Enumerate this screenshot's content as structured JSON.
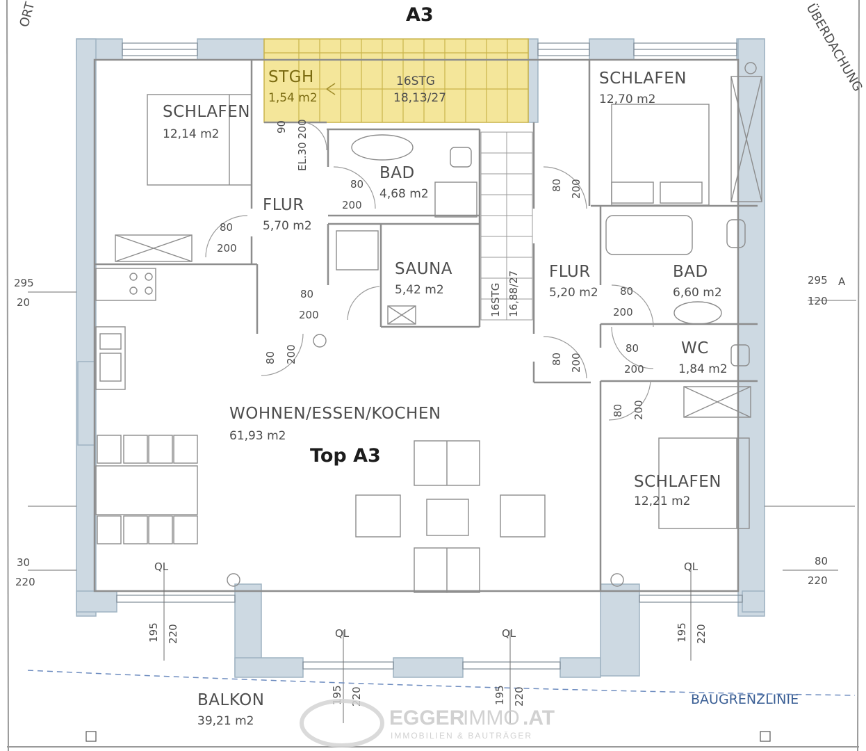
{
  "plan": {
    "unit_heading": "A3",
    "top_label": "Top A3",
    "rooms": {
      "stgh": {
        "name": "STGH",
        "area": "1,54 m2"
      },
      "schlafen_left": {
        "name": "SCHLAFEN",
        "area": "12,14 m2"
      },
      "schlafen_top_right": {
        "name": "SCHLAFEN",
        "area": "12,70 m2"
      },
      "schlafen_bottom_right": {
        "name": "SCHLAFEN",
        "area": "12,21 m2"
      },
      "bad_left": {
        "name": "BAD",
        "area": "4,68 m2"
      },
      "bad_right": {
        "name": "BAD",
        "area": "6,60 m2"
      },
      "flur_left": {
        "name": "FLUR",
        "area": "5,70 m2"
      },
      "flur_right": {
        "name": "FLUR",
        "area": "5,20 m2"
      },
      "sauna": {
        "name": "SAUNA",
        "area": "5,42 m2"
      },
      "wc": {
        "name": "WC",
        "area": "1,84 m2"
      },
      "wohnen": {
        "name": "WOHNEN/ESSEN/KOCHEN",
        "area": "61,93 m2"
      },
      "balkon": {
        "name": "BALKON",
        "area": "39,21 m2"
      }
    },
    "stairs": {
      "upper": "16STG",
      "upper_ratio": "18,13/27",
      "side": "16STG",
      "side_ratio": "16,88/27"
    },
    "edge_texts": {
      "ueberdachung": "ÜBERDACHUNG",
      "ort": "ORT",
      "baugrenzlinie": "BAUGRENZLINIE"
    },
    "el_label": "EL.30",
    "ql": "QL",
    "a_mark": "A",
    "dims": {
      "d80": "80",
      "d200": "200",
      "d90": "90",
      "d195": "195",
      "d220": "220",
      "d295": "295",
      "d120": "120",
      "d20": "20",
      "d30": "30"
    },
    "watermark": {
      "brand_a": "EGGER",
      "brand_b": "IMMO",
      "brand_c": ".AT",
      "tagline": "IMMOBILIEN & BAUTRÄGER"
    }
  }
}
